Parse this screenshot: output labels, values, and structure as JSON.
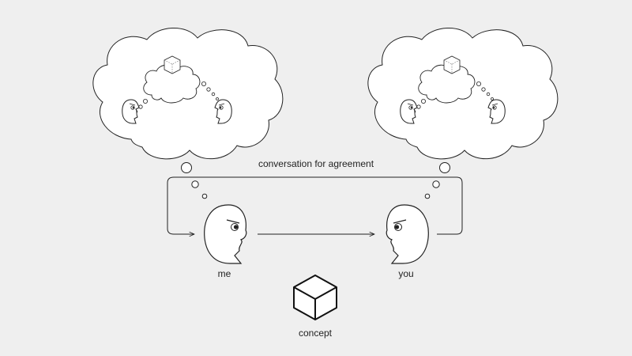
{
  "labels": {
    "conversation": "conversation for agreement",
    "me": "me",
    "you": "you",
    "concept": "concept"
  },
  "colors": {
    "background": "#efefef",
    "stroke": "#222222",
    "fill": "#ffffff",
    "dashed": "#777777"
  },
  "icons": {
    "thought_cloud": "thought-cloud",
    "head": "head-profile",
    "cube": "cube"
  }
}
